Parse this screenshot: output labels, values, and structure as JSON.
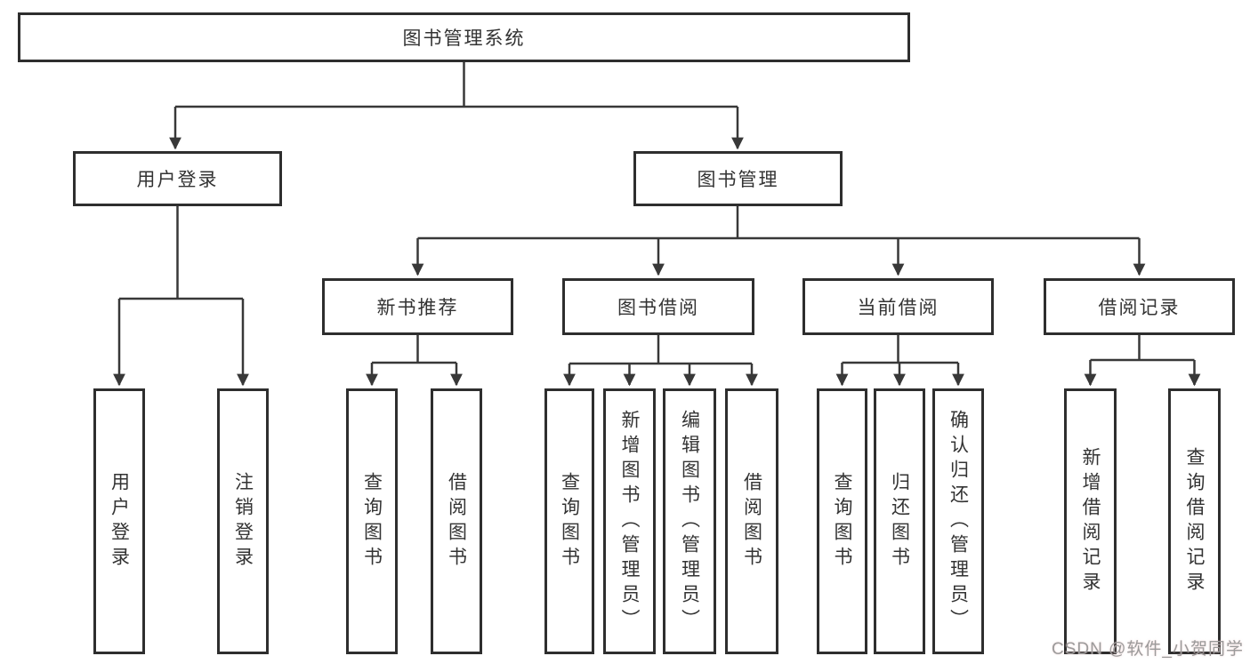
{
  "root": {
    "label": "图书管理系统"
  },
  "branches": [
    {
      "label": "用户登录",
      "leaves": [
        {
          "label": "用户登录"
        },
        {
          "label": "注销登录"
        }
      ]
    },
    {
      "label": "图书管理",
      "groups": [
        {
          "label": "新书推荐",
          "leaves": [
            {
              "label": "查询图书"
            },
            {
              "label": "借阅图书"
            }
          ]
        },
        {
          "label": "图书借阅",
          "leaves": [
            {
              "label": "查询图书"
            },
            {
              "label": "新增图书（管理员）"
            },
            {
              "label": "编辑图书（管理员）"
            },
            {
              "label": "借阅图书"
            }
          ]
        },
        {
          "label": "当前借阅",
          "leaves": [
            {
              "label": "查询图书"
            },
            {
              "label": "归还图书"
            },
            {
              "label": "确认归还（管理员）"
            }
          ]
        },
        {
          "label": "借阅记录",
          "leaves": [
            {
              "label": "新增借阅记录"
            },
            {
              "label": "查询借阅记录"
            }
          ]
        }
      ]
    }
  ],
  "watermark": {
    "text": "CSDN @软件_小贺同学"
  },
  "colors": {
    "line": "#383838",
    "border": "#2e2e2e",
    "text": "#333333",
    "watermark": "#9b9b9b",
    "bg": "#ffffff"
  }
}
